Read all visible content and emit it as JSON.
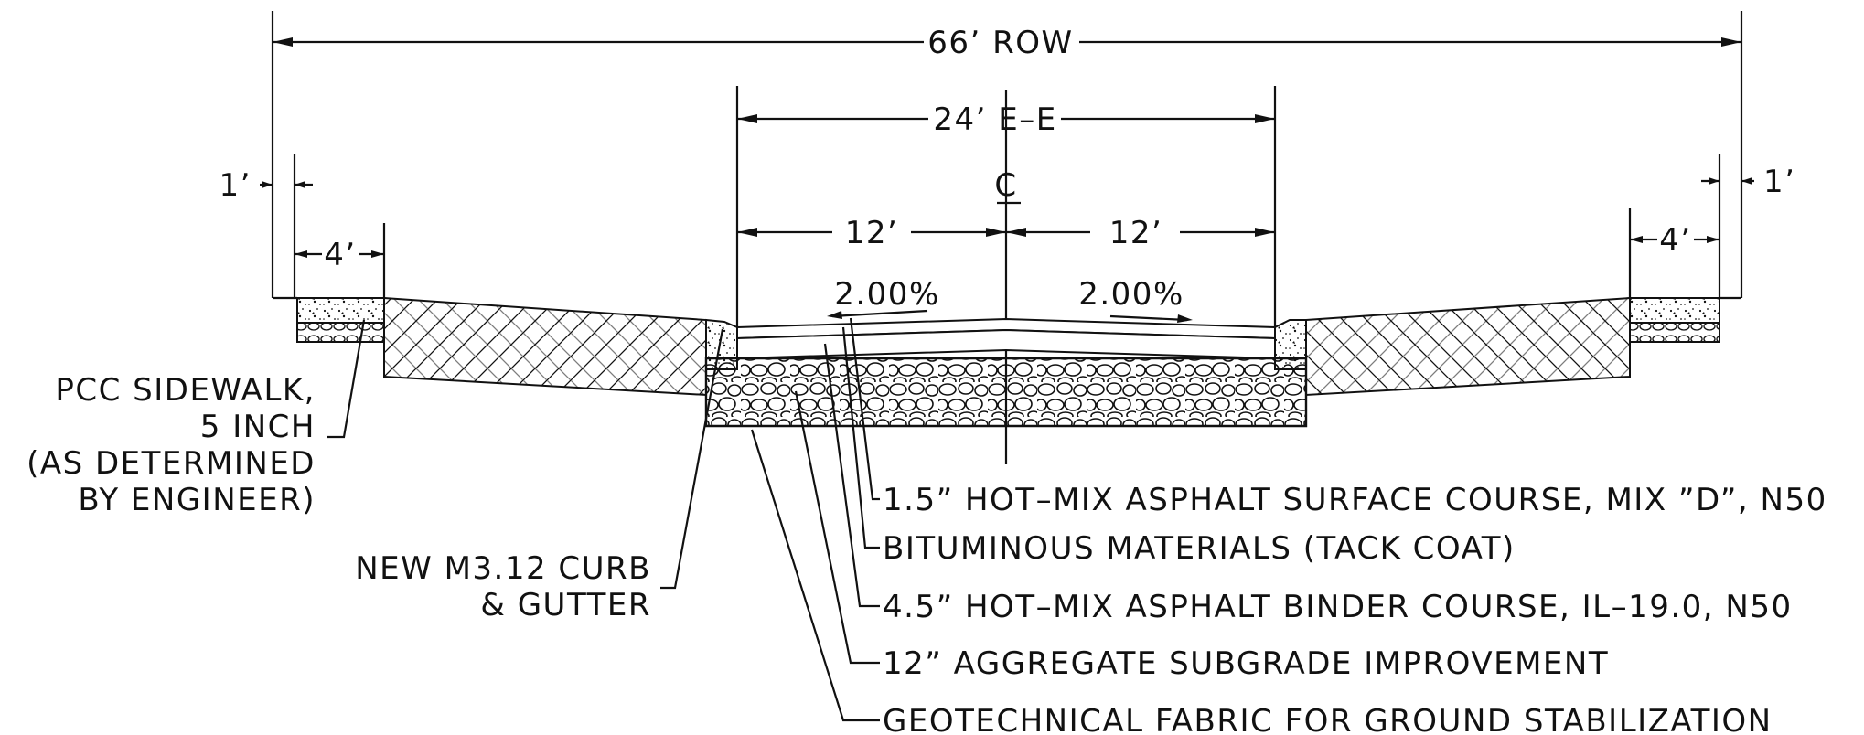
{
  "dimensions": {
    "row": "66’ ROW",
    "edge_to_edge": "24’ E–E",
    "lane_left": "12’",
    "lane_right": "12’",
    "offset_left": "1’",
    "offset_right": "1’",
    "sidewalk_left": "4’",
    "sidewalk_right": "4’"
  },
  "centerline_symbol": "C",
  "slopes": {
    "left": "2.00%",
    "right": "2.00%"
  },
  "callouts": {
    "sidewalk": [
      "PCC SIDEWALK,",
      "5 INCH",
      "(AS DETERMINED",
      "BY ENGINEER)"
    ],
    "curb": [
      "NEW M3.12 CURB",
      "& GUTTER"
    ],
    "surface": "1.5” HOT–MIX ASPHALT SURFACE COURSE, MIX ”D”, N50",
    "tack": "BITUMINOUS MATERIALS (TACK COAT)",
    "binder": "4.5” HOT–MIX ASPHALT BINDER COURSE, IL–19.0, N50",
    "aggregate": "12” AGGREGATE SUBGRADE IMPROVEMENT",
    "fabric": "GEOTECHNICAL FABRIC FOR GROUND STABILIZATION"
  }
}
